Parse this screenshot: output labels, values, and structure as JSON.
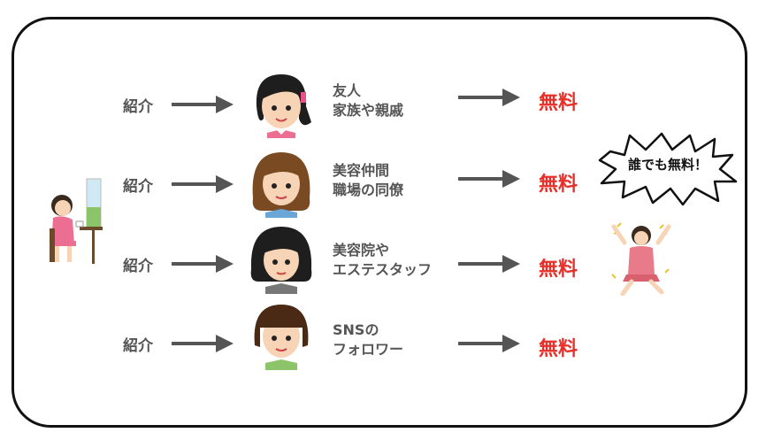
{
  "rows": [
    {
      "intro": "紹介",
      "label1": "友人",
      "label2": "家族や親戚",
      "free": "無料"
    },
    {
      "intro": "紹介",
      "label1": "美容仲間",
      "label2": "職場の同僚",
      "free": "無料"
    },
    {
      "intro": "紹介",
      "label1": "美容院や",
      "label2": "エステスタッフ",
      "free": "無料"
    },
    {
      "intro": "紹介",
      "label1": "SNSの",
      "label2": "フォロワー",
      "free": "無料"
    }
  ],
  "bubble": {
    "text": "誰でも無料！"
  },
  "colors": {
    "free": "#e8302a",
    "text": "#555555",
    "arrow": "#555555",
    "frame": "#111111"
  }
}
